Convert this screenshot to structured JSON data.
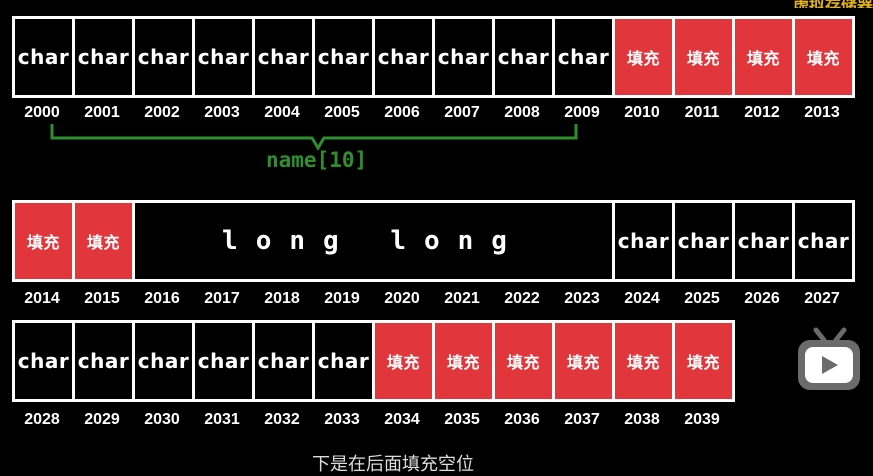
{
  "labels": {
    "char": "char",
    "pad": "填充",
    "long_long": "long long",
    "name_label": "name[10]",
    "top_right": "虚拟存储器",
    "bottom_text": "下是在后面填充空位"
  },
  "colors": {
    "pad": "#e0363c",
    "brace": "#2f8f2f",
    "top_right": "#e0b21a",
    "logo": "#6b6b6b"
  },
  "rows": [
    {
      "cells": [
        {
          "type": "char"
        },
        {
          "type": "char"
        },
        {
          "type": "char"
        },
        {
          "type": "char"
        },
        {
          "type": "char"
        },
        {
          "type": "char"
        },
        {
          "type": "char"
        },
        {
          "type": "char"
        },
        {
          "type": "char"
        },
        {
          "type": "char"
        },
        {
          "type": "pad"
        },
        {
          "type": "pad"
        },
        {
          "type": "pad"
        },
        {
          "type": "pad"
        }
      ],
      "addresses": [
        "2000",
        "2001",
        "2002",
        "2003",
        "2004",
        "2005",
        "2006",
        "2007",
        "2008",
        "2009",
        "2010",
        "2011",
        "2012",
        "2013"
      ]
    },
    {
      "cells": [
        {
          "type": "pad"
        },
        {
          "type": "pad"
        },
        {
          "type": "ll",
          "span": 8
        },
        {
          "type": "char"
        },
        {
          "type": "char"
        },
        {
          "type": "char"
        },
        {
          "type": "char"
        }
      ],
      "addresses": [
        "2014",
        "2015",
        "2016",
        "2017",
        "2018",
        "2019",
        "2020",
        "2021",
        "2022",
        "2023",
        "2024",
        "2025",
        "2026",
        "2027"
      ]
    },
    {
      "cells": [
        {
          "type": "char"
        },
        {
          "type": "char"
        },
        {
          "type": "char"
        },
        {
          "type": "char"
        },
        {
          "type": "char"
        },
        {
          "type": "char"
        },
        {
          "type": "pad"
        },
        {
          "type": "pad"
        },
        {
          "type": "pad"
        },
        {
          "type": "pad"
        },
        {
          "type": "pad"
        },
        {
          "type": "pad"
        }
      ],
      "addresses": [
        "2028",
        "2029",
        "2030",
        "2031",
        "2032",
        "2033",
        "2034",
        "2035",
        "2036",
        "2037",
        "2038",
        "2039"
      ]
    }
  ]
}
